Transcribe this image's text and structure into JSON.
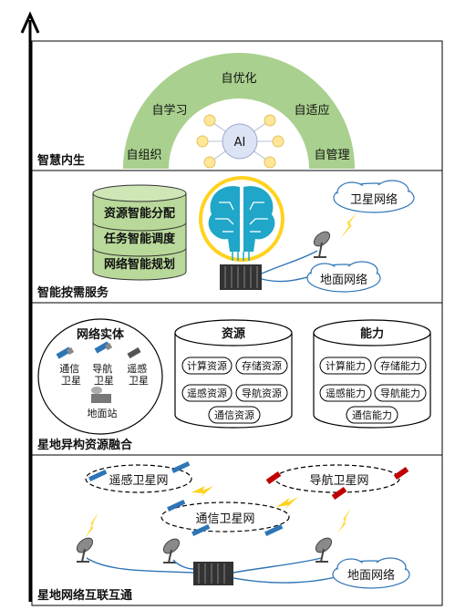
{
  "layers": [
    {
      "name": "智慧内生"
    },
    {
      "name": "智能按需服务"
    },
    {
      "name": "星地异构资源融合"
    },
    {
      "name": "星地网络互联互通"
    }
  ],
  "intelligence": {
    "arc_items": [
      "自组织",
      "自学习",
      "自优化",
      "自适应",
      "自管理"
    ],
    "center": "AI"
  },
  "service": {
    "stack_items": [
      "资源智能分配",
      "任务智能调度",
      "网络智能规划"
    ],
    "satellite_cloud": "卫星网络",
    "ground_cloud": "地面网络"
  },
  "fusion": {
    "entity_title": "网络实体",
    "entity_items": [
      "通信\n卫星",
      "导航\n卫星",
      "遥感\n卫星",
      "地面站"
    ],
    "resource_title": "资源",
    "resource_items": [
      "计算资源",
      "存储资源",
      "遥感资源",
      "导航资源",
      "通信资源"
    ],
    "capability_title": "能力",
    "capability_items": [
      "计算能力",
      "存储能力",
      "遥感能力",
      "导航能力",
      "通信能力"
    ]
  },
  "interconnect": {
    "remote_sensing_net": "遥感卫星网",
    "navigation_net": "导航卫星网",
    "comm_net": "通信卫星网",
    "ground_net": "地面网络"
  },
  "colors": {
    "arc_green": "#a9d08e",
    "stack_green": "#b9d99a",
    "ai_circle": "#dbe3f5",
    "node_yellow": "#ffe699",
    "brain_blue": "#1fa6c9",
    "lightning": "#ffd21f"
  }
}
